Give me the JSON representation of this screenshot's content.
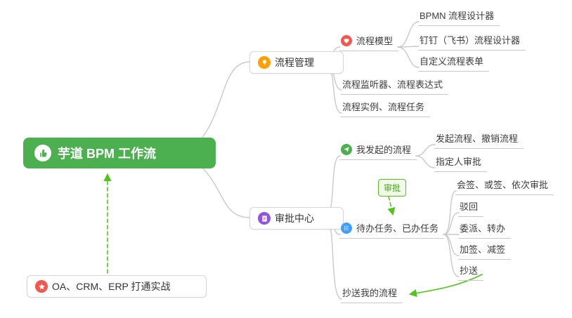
{
  "main_topic": {
    "label": "芋道 BPM 工作流",
    "icon": "thumbs-up-icon",
    "color": "#4caf50"
  },
  "note": {
    "label": "OA、CRM、ERP 打通实战",
    "icon": "star-icon",
    "icon_color": "#f5564e"
  },
  "process_management": {
    "label": "流程管理",
    "icon": "bulb-icon",
    "icon_color": "#ffa000",
    "process_model": {
      "label": "流程模型",
      "icon": "heart-icon",
      "icon_color": "#f5564e",
      "children": [
        "BPMN 流程设计器",
        "钉钉（飞书）流程设计器",
        "自定义流程表单"
      ]
    },
    "listener": {
      "label": "流程监听器、流程表达式"
    },
    "instance": {
      "label": "流程实例、流程任务"
    }
  },
  "approval_center": {
    "label": "审批中心",
    "icon": "clipboard-icon",
    "icon_color": "#9254de",
    "my_processes": {
      "label": "我发起的流程",
      "icon": "send-icon",
      "icon_color": "#4caf50",
      "children": [
        "发起流程、撤销流程",
        "指定人审批"
      ]
    },
    "tasks": {
      "label": "待办任务、已办任务",
      "icon": "tasks-icon",
      "icon_color": "#409eff",
      "children": [
        "会签、或签、依次审批",
        "驳回",
        "委派、转办",
        "加签、减签",
        "抄送"
      ]
    },
    "cc": {
      "label": "抄送我的流程"
    },
    "approval_tag": "审批"
  },
  "colors": {
    "connector_gray": "#c9c9c9",
    "arrow_green": "#52c41a",
    "main_green": "#4caf50"
  }
}
